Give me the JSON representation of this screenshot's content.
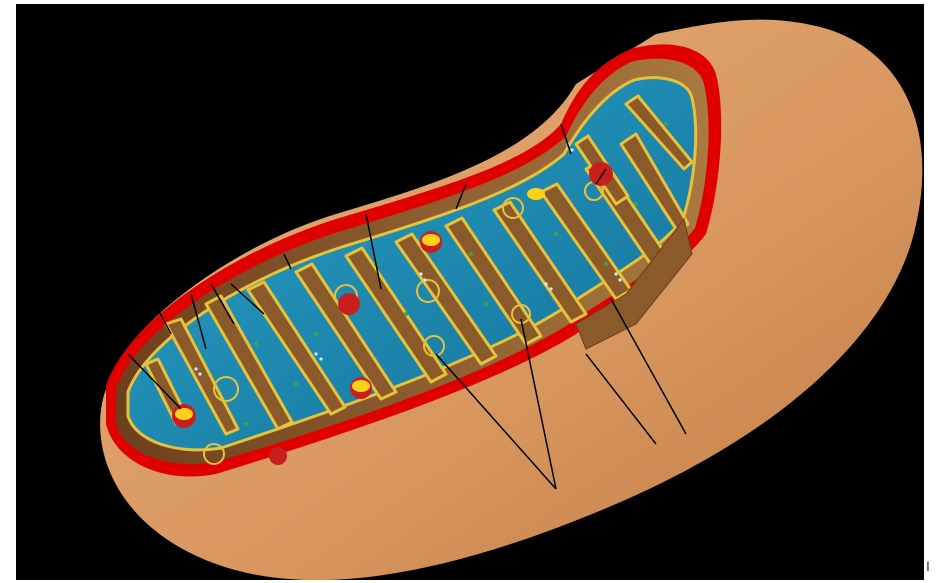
{
  "diagram": {
    "subject": "mitochondrion-cutaway",
    "colors": {
      "background": "#000000",
      "outer_membrane_shell": "#d7965e",
      "outer_membrane_edge": "#e00000",
      "intermembrane_space": "#8b5a2b",
      "matrix": "#1b8fb8",
      "inner_membrane": "#e6c23a",
      "ribosome": "#4aa040",
      "granule": "#c81e1e",
      "atp_synthase_particle": "#ffd11a",
      "leader_line": "#000000"
    },
    "elements": {
      "cristae_count": 14,
      "dna_rings": 8,
      "granules": 6,
      "leader_lines": 14
    }
  },
  "edge_text": "I"
}
